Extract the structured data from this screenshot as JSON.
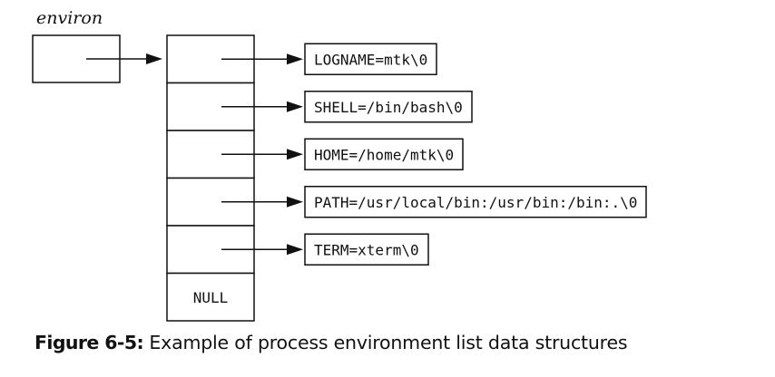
{
  "diagram": {
    "variable_label": "environ",
    "slots": [
      "",
      "",
      "",
      "",
      "",
      "NULL"
    ],
    "strings": [
      "LOGNAME=mtk\\0",
      "SHELL=/bin/bash\\0",
      "HOME=/home/mtk\\0",
      "PATH=/usr/local/bin:/usr/bin:/bin:.\\0",
      "TERM=xterm\\0"
    ]
  },
  "caption": {
    "label": "Figure 6-5:",
    "text": " Example of process environment list data structures"
  }
}
